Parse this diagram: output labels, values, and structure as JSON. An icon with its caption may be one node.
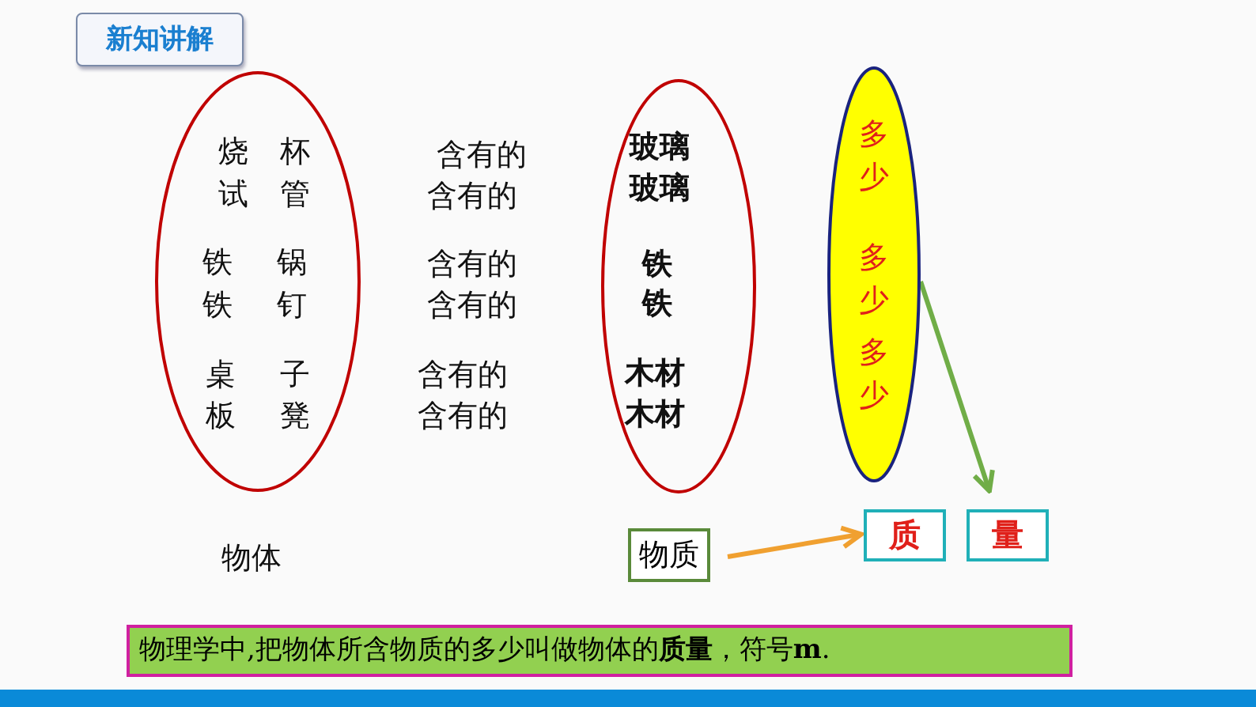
{
  "diagram": {
    "title": "新知讲解",
    "nodes": [
      {
        "text": [
          "烧 杯",
          "试 管",
          "铁 锅",
          "铁 钉",
          "桌 子",
          "板 凳"
        ],
        "beside": [
          "物体"
        ]
      },
      {
        "text": [
          "玻璃",
          "玻璃",
          "铁",
          "铁",
          "木材",
          "木材"
        ]
      },
      {
        "text": [
          "多少",
          "多少",
          "多少"
        ]
      },
      {
        "text": [
          "物质"
        ]
      },
      {
        "text": [
          "质"
        ]
      },
      {
        "text": [
          "量"
        ]
      },
      {
        "text": [
          "物理学中,把物体所含物质的多少叫做物体的**质量**，符号**m**."
        ]
      }
    ],
    "edges": [
      {
        "from": 3,
        "to": 4,
        "arrow": "to",
        "color": "#f0a030"
      },
      {
        "from": 2,
        "to": 5,
        "arrow": "to",
        "color": "#70ad47"
      }
    ],
    "labels": [
      "含有的",
      "含有的",
      "含有的",
      "含有的",
      "含有的",
      "含有的"
    ]
  }
}
